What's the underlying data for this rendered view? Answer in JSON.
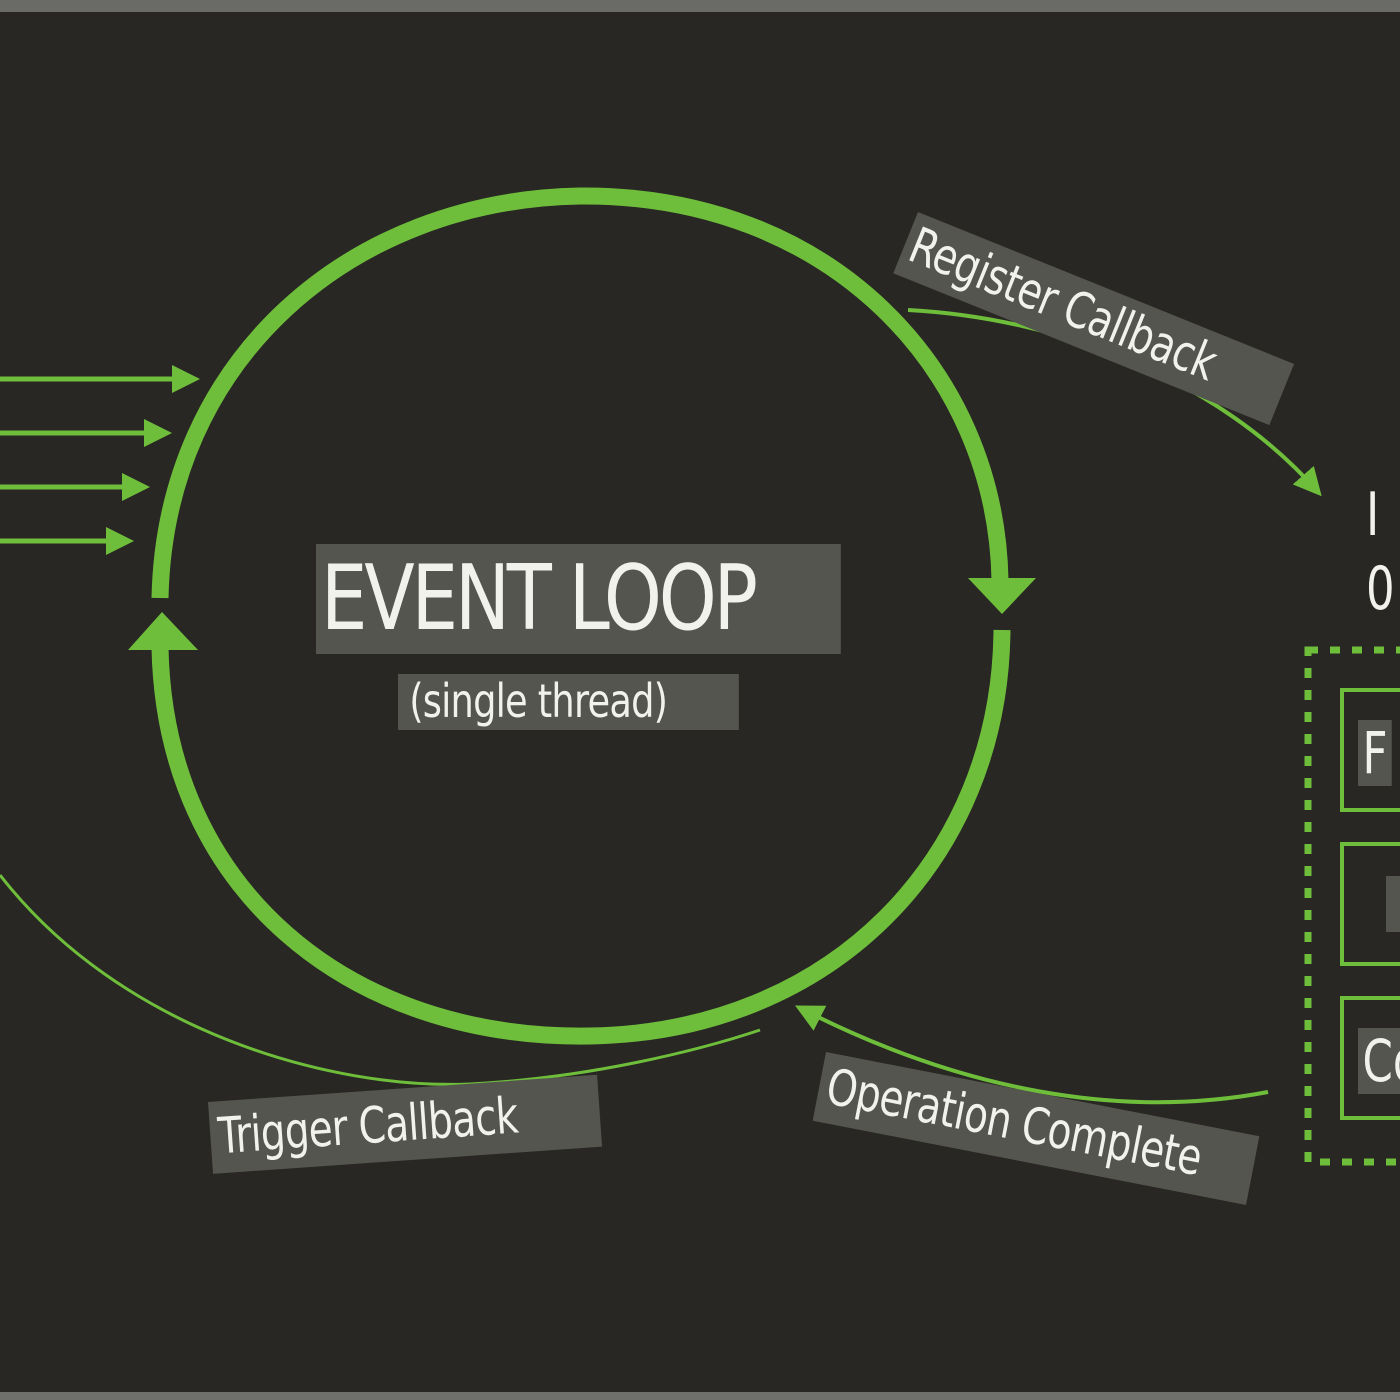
{
  "diagram": {
    "title": "EVENT LOOP",
    "subtitle": "(single thread)",
    "edges": {
      "register": "Register Callback",
      "trigger": "Trigger Callback",
      "operation": "Operation Complete"
    },
    "io_label": {
      "line1": "I",
      "line2": "0"
    },
    "operation_boxes": [
      "F",
      "",
      "Co"
    ],
    "incoming_arrow_count": 4
  },
  "colors": {
    "background": "#282723",
    "loop_ring": "#6fbe3b",
    "label_fill": "#55554f",
    "text": "#f2f2ec"
  }
}
